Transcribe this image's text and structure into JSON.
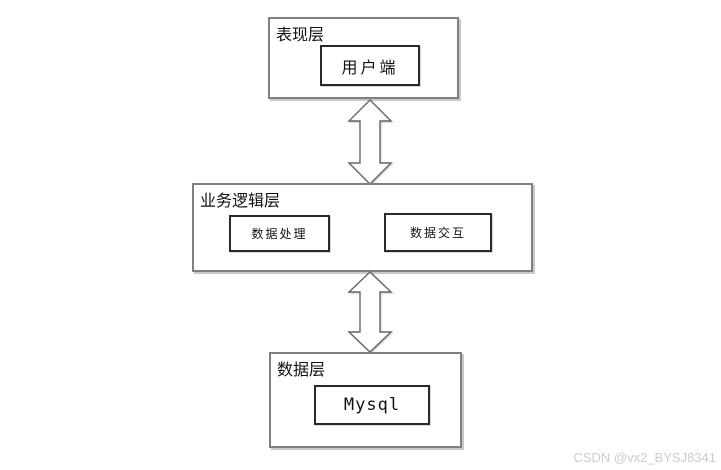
{
  "diagram": {
    "type": "architecture-diagram",
    "layers": [
      {
        "id": "presentation",
        "label": "表现层",
        "children": [
          {
            "id": "client",
            "label": "用户端"
          }
        ]
      },
      {
        "id": "business-logic",
        "label": "业务逻辑层",
        "children": [
          {
            "id": "data-processing",
            "label": "数据处理"
          },
          {
            "id": "data-interaction",
            "label": "数据交互"
          }
        ]
      },
      {
        "id": "data",
        "label": "数据层",
        "children": [
          {
            "id": "mysql",
            "label": "Mysql"
          }
        ]
      }
    ],
    "connectors": [
      {
        "type": "double-headed-vertical-arrow",
        "from": "表现层",
        "to": "业务逻辑层"
      },
      {
        "type": "double-headed-vertical-arrow",
        "from": "业务逻辑层",
        "to": "数据层"
      }
    ]
  },
  "watermark": {
    "text": "CSDN @vx2_BYSJ8341"
  },
  "colors": {
    "background": "#ffffff",
    "layer_border": "#808080",
    "node_border": "#2a2a2a",
    "shadow": "#c9c9c9",
    "arrow_stroke": "#666666",
    "arrow_fill": "#ffffff",
    "text": "#111111",
    "watermark_text": "#cccccc"
  }
}
